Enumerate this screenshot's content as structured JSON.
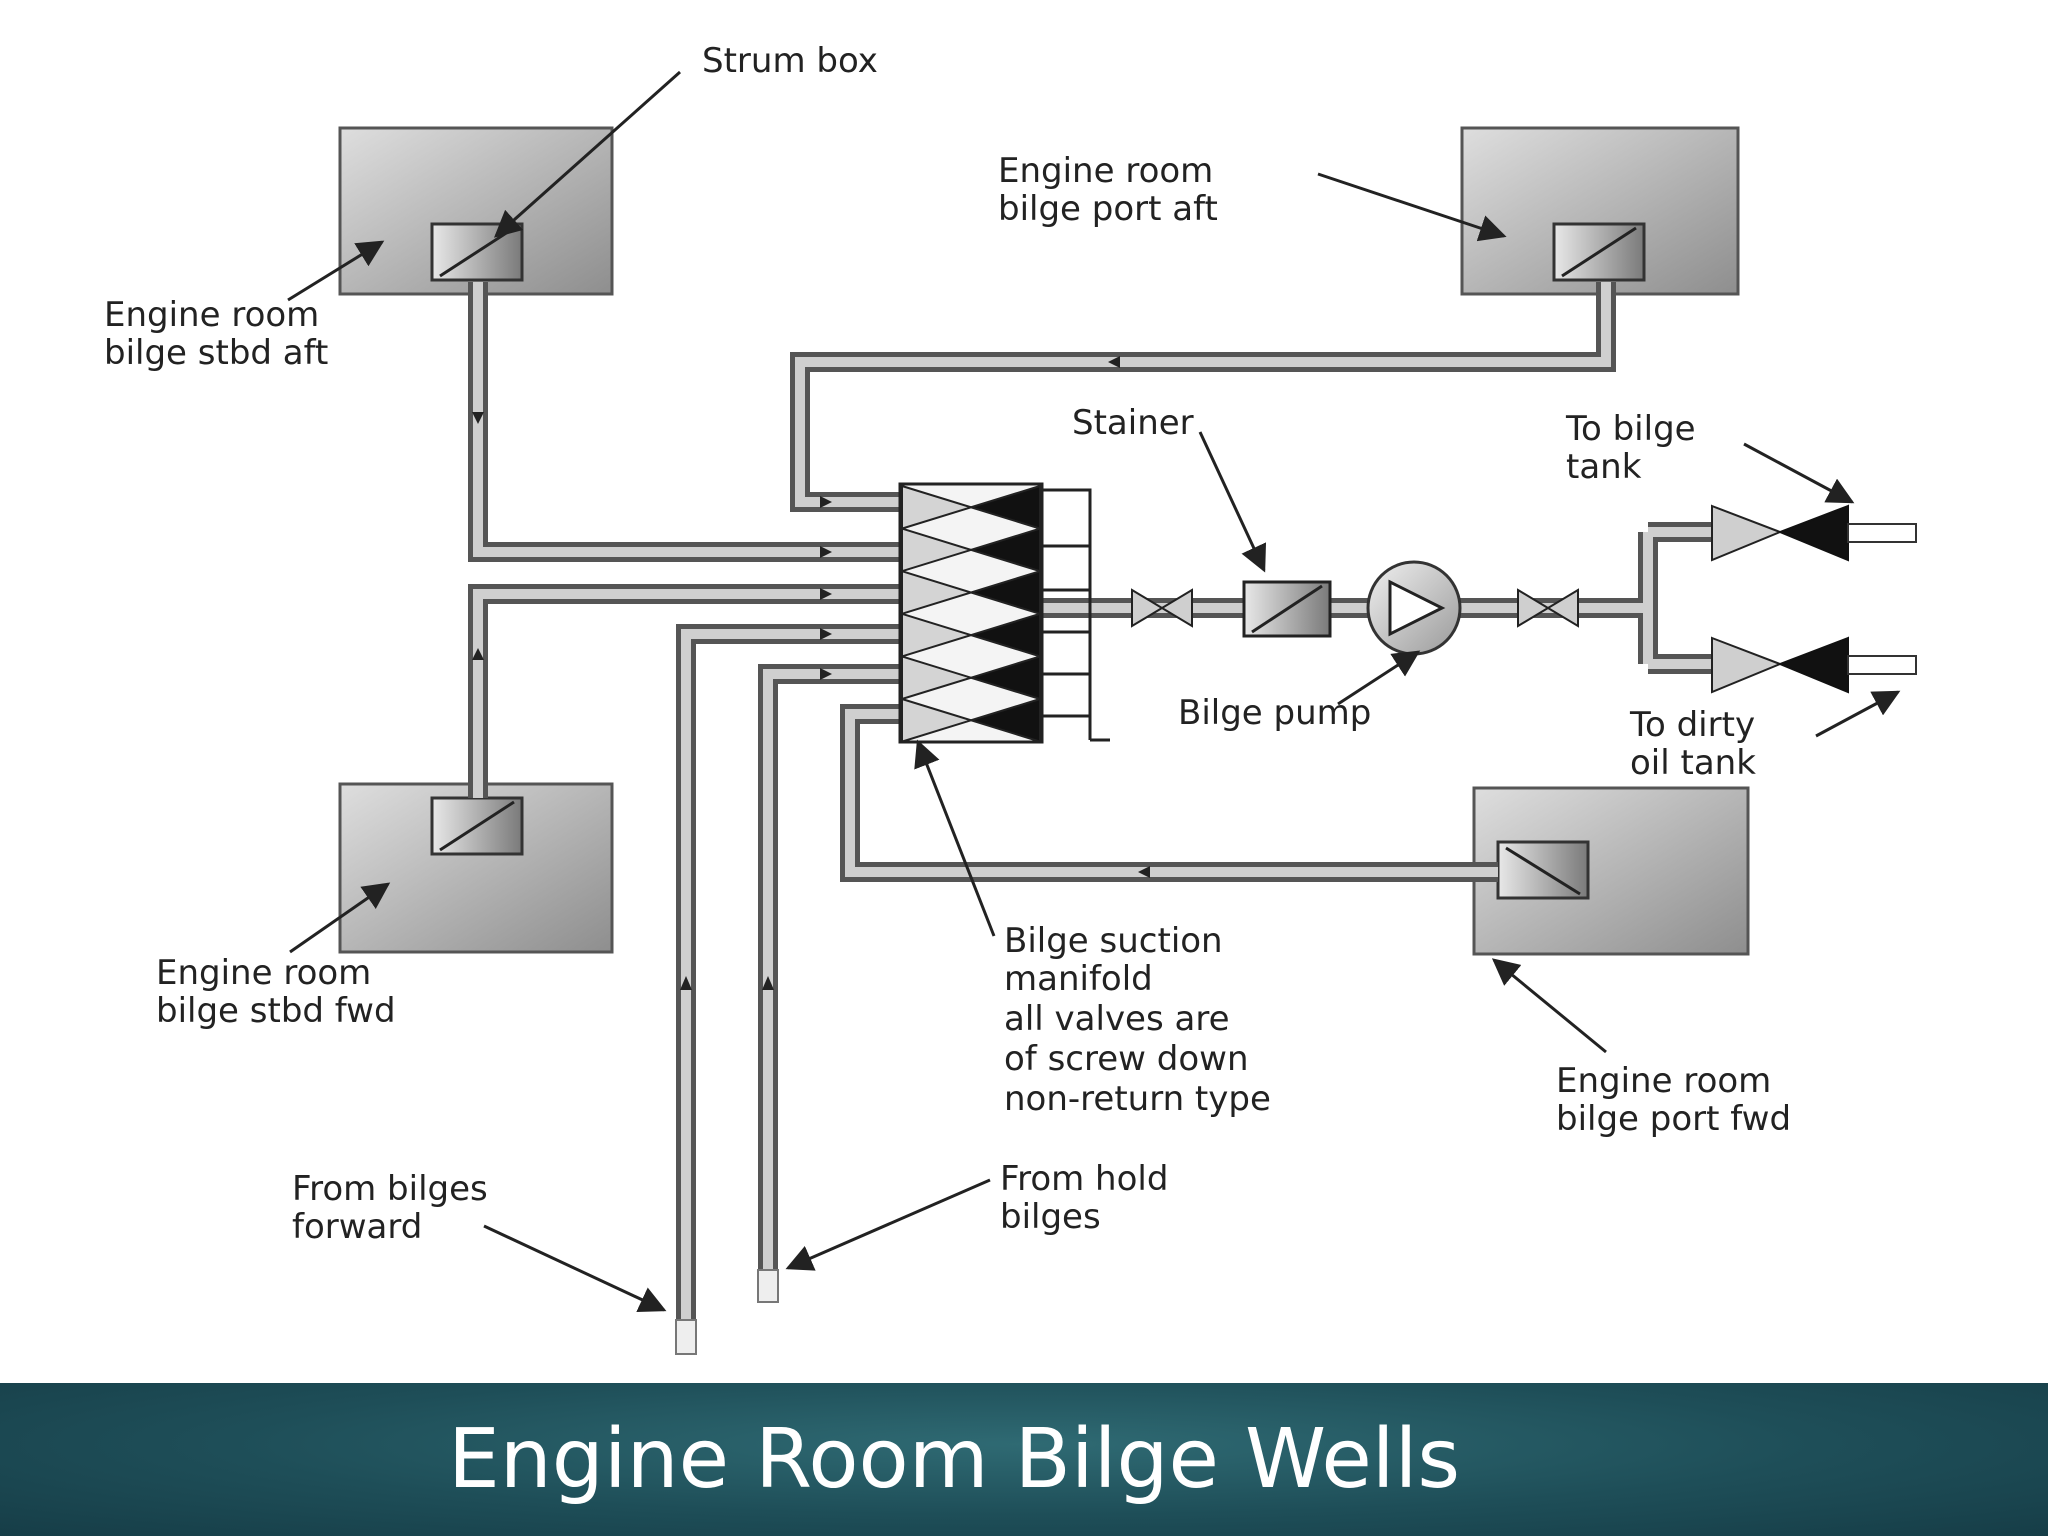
{
  "title": "Engine Room Bilge Wells",
  "labels": {
    "strum_box": "Strum box",
    "stbd_aft": [
      "Engine room",
      "bilge stbd aft"
    ],
    "port_aft": [
      "Engine room",
      "bilge port aft"
    ],
    "stainer": "Stainer",
    "to_bilge_tank": [
      "To bilge",
      "tank"
    ],
    "bilge_pump": "Bilge pump",
    "to_dirty_oil_tank": [
      "To dirty",
      "oil tank"
    ],
    "stbd_fwd": [
      "Engine room",
      "bilge stbd fwd"
    ],
    "manifold": [
      "Bilge suction",
      "manifold",
      "all valves are",
      "of screw down",
      "non-return type"
    ],
    "port_fwd": [
      "Engine room",
      "bilge port fwd"
    ],
    "from_bilges_forward": [
      "From bilges",
      "forward"
    ],
    "from_hold_bilges": [
      "From hold",
      "bilges"
    ]
  },
  "colors": {
    "banner": "#1e4e58",
    "pipe": "#555555",
    "pipe_fill": "#c8c8c8",
    "title_text": "#ffffff"
  }
}
